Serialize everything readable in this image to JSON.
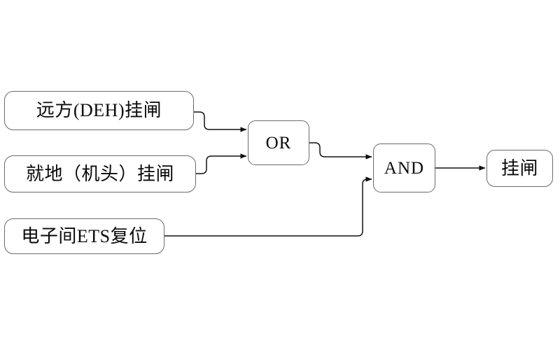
{
  "diagram": {
    "title": "",
    "type": "logic-block-diagram",
    "colors": {
      "background": "#ffffff",
      "node_border": "#6b6b6b",
      "wire": "#1a1a1a",
      "text": "#0a0a0a"
    },
    "nodes": [
      {
        "id": "deh",
        "label": "远方(DEH)挂闸",
        "role": "input"
      },
      {
        "id": "local",
        "label": "就地（机头）挂闸",
        "role": "input"
      },
      {
        "id": "ets",
        "label": "电子间ETS复位",
        "role": "input"
      },
      {
        "id": "or",
        "label": "OR",
        "role": "gate"
      },
      {
        "id": "and",
        "label": "AND",
        "role": "gate"
      },
      {
        "id": "out",
        "label": "挂闸",
        "role": "output"
      }
    ],
    "connections": [
      {
        "from": "deh",
        "to": "or",
        "arrow": true
      },
      {
        "from": "local",
        "to": "or",
        "arrow": true
      },
      {
        "from": "or",
        "to": "and",
        "arrow": true
      },
      {
        "from": "ets",
        "to": "and",
        "arrow": true
      },
      {
        "from": "and",
        "to": "out",
        "arrow": true
      }
    ]
  }
}
